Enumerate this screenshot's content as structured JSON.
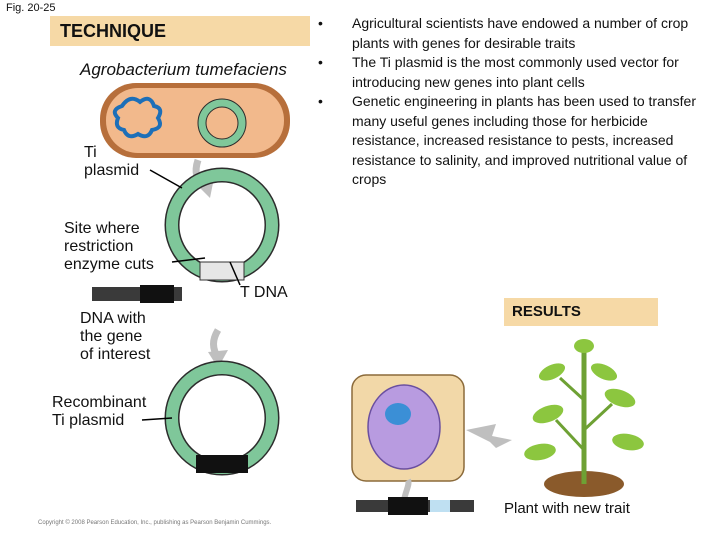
{
  "figure_label": "Fig. 20-25",
  "technique_label": "TECHNIQUE",
  "organism": "Agrobacterium tumefaciens",
  "labels": {
    "ti_plasmid": [
      "Ti",
      "plasmid"
    ],
    "restriction_site": [
      "Site where",
      "restriction",
      "enzyme cuts"
    ],
    "t_dna": "T DNA",
    "gene_of_interest": [
      "DNA with",
      "the gene",
      "of interest"
    ],
    "recombinant": [
      "Recombinant",
      "Ti plasmid"
    ]
  },
  "bullets": [
    "Agricultural scientists have endowed a number of crop plants with genes for desirable traits",
    "The Ti plasmid is the most commonly used vector for introducing new genes into plant cells",
    "Genetic engineering in plants has been used to transfer many useful genes including those for herbicide resistance, increased resistance to pests, increased resistance to salinity, and improved nutritional value of crops"
  ],
  "results_label": "RESULTS",
  "plant_label": "Plant with new trait",
  "copyright": "Copyright © 2008 Pearson Education, Inc., publishing as Pearson Benjamin Cummings.",
  "colors": {
    "header_bg": "#f6d9a6",
    "plasmid_green": "#7fc79a",
    "cell_orange": "#f2b98c",
    "chromosome_blue": "#3b8fd6",
    "arrow_gray": "#bfbfbf",
    "leaf_green": "#8cc63f"
  }
}
